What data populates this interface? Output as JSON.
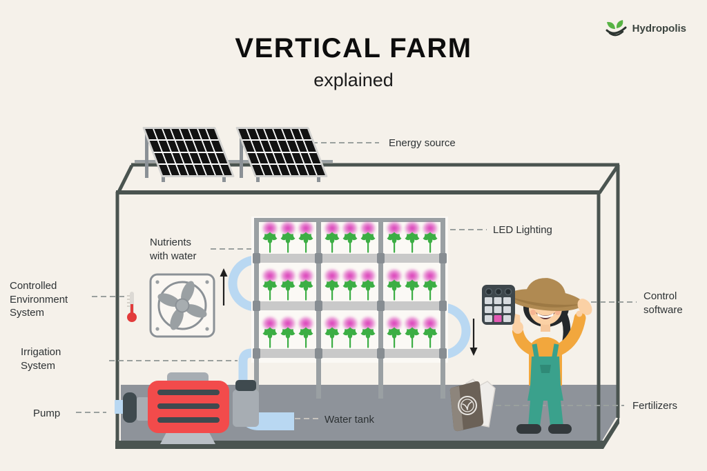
{
  "logo": {
    "name": "Hydropolis"
  },
  "title": {
    "main": "VERTICAL FARM",
    "sub": "explained"
  },
  "labels": {
    "energy_source": "Energy source",
    "led_lighting": "LED Lighting",
    "nutrients_with_water": "Nutrients\nwith water",
    "controlled_environment": "Controlled\nEnvironment\nSystem",
    "irrigation_system": "Irrigation\nSystem",
    "pump": "Pump",
    "water_tank": "Water tank",
    "control_software": "Control\nsoftware",
    "fertilizers": "Fertilizers"
  },
  "farm": {
    "shelf_rows": 3,
    "shelf_columns": 3,
    "plants_per_tray": 3,
    "led_dots_per_tray": 3,
    "solar_panels": 2,
    "solar_cell_rows": 4,
    "solar_cell_columns": 8
  },
  "colors": {
    "background": "#f5f1ea",
    "outline": "#4a5450",
    "label_text": "#2d3234",
    "plant_green": "#3cae44",
    "led_pink": "#d628b2",
    "pipe_blue": "#b9d8f2",
    "pump_red": "#f24b4b",
    "floor_gray": "#8e939a",
    "overalls_teal": "#3aa18c",
    "logo_green": "#57b344"
  }
}
